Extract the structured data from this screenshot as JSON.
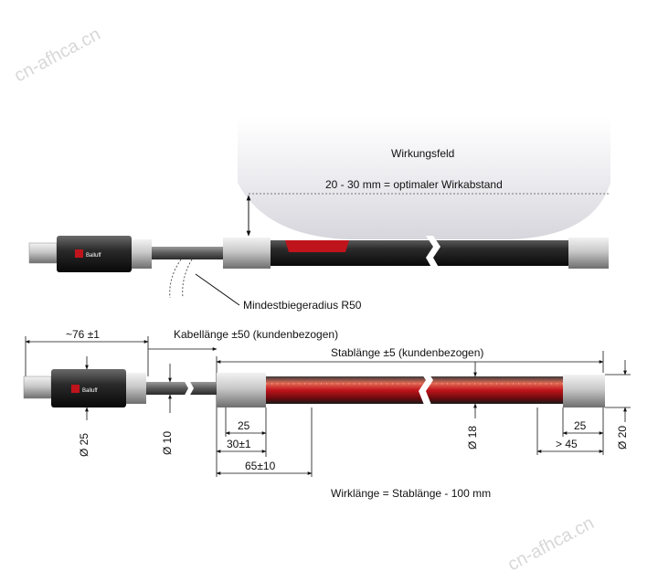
{
  "watermark": "cn-afhca.cn",
  "top_view": {
    "field_label": "Wirkungsfeld",
    "distance_label": "20 - 30 mm = optimaler Wirkabstand",
    "bend_radius_label": "Mindestbiegeradius R50",
    "brand_label": "Balluff"
  },
  "dimension_view": {
    "brand_label": "Balluff",
    "connector_length": "~76 ±1",
    "cable_length": "Kabellänge ±50 (kundenbezogen)",
    "rod_length": "Stablänge ±5 (kundenbezogen)",
    "dia_connector": "Ø 25",
    "dia_cable": "Ø 10",
    "dia_rod": "Ø 18",
    "dia_end": "Ø 20",
    "dim_25_left": "25",
    "dim_30": "30±1",
    "dim_65": "65±10",
    "dim_25_right": "25",
    "dim_45": "> 45",
    "active_length": "Wirklänge = Stablänge - 100 mm"
  },
  "colors": {
    "field": "#e4e4e8",
    "rod_dark": "#202020",
    "active_red": "#c0141c",
    "metal": "#bdbdbd",
    "connector": "#2a2a2a"
  }
}
